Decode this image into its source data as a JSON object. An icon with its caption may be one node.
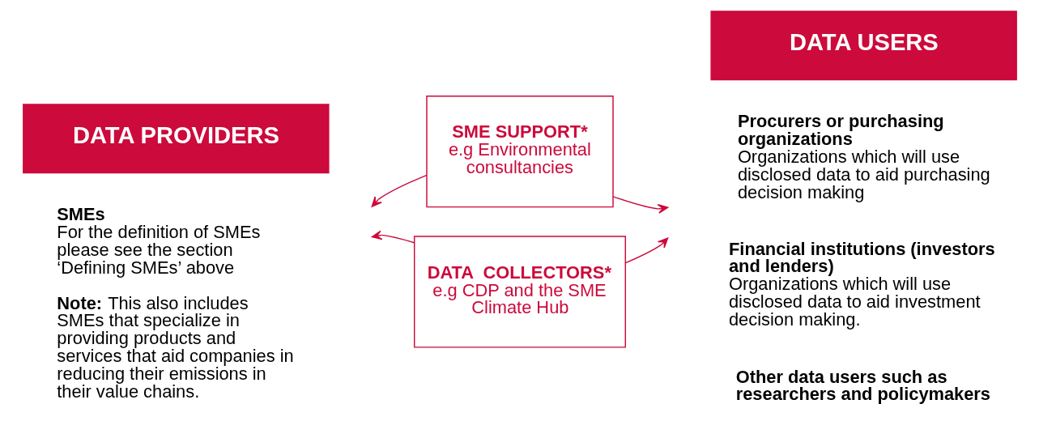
{
  "diagram": {
    "nodes": [
      {
        "text": [
          "DATA PROVIDERS"
        ]
      },
      {
        "text": [
          "SMEs",
          "For the definition of SMEs please see the section ‘Defining SMEs’ above",
          "**Note:** This also includes SMEs that specialize in providing products and services that aid companies in reducing their emissions in their value chains."
        ]
      },
      {
        "text": [
          "DATA USERS"
        ]
      },
      {
        "text": [
          "Procurers or purchasing organizations",
          "Organizations which will use disclosed data to aid purchasing decision making"
        ]
      },
      {
        "text": [
          "Financial institutions (investors and lenders)",
          "Organizations which will use disclosed data to aid investment decision making."
        ]
      },
      {
        "text": [
          "Other data users such as researchers and policymakers"
        ]
      },
      {
        "text": [
          "SME SUPPORT*",
          "e.g Environmental consultancies"
        ]
      },
      {
        "text": [
          "DATA  COLLECTORS*",
          "e.g CDP and the SME Climate Hub"
        ]
      }
    ],
    "edges": [
      {
        "from": 6,
        "to": null,
        "arrow": "to"
      },
      {
        "from": 6,
        "to": null,
        "arrow": "to"
      },
      {
        "from": 7,
        "to": null,
        "arrow": "to"
      },
      {
        "from": 7,
        "to": null,
        "arrow": "to"
      }
    ]
  }
}
